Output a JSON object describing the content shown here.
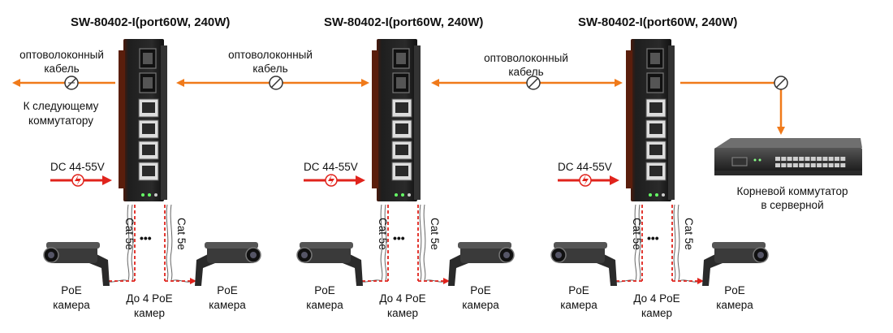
{
  "colors": {
    "fiber": "#f07a1a",
    "power": "#e0231c",
    "poe": "#e0231c",
    "switch_body": "#1c1c1c",
    "switch_edge": "#6a2410",
    "text": "#111111"
  },
  "switches": [
    {
      "model": "SW-80402-I(port60W, 240W)",
      "power_label": "DC 44-55V",
      "cable_label_left": "Cat 5e",
      "cable_label_right": "Cat 5e",
      "ellipsis": "•••",
      "camera_left": [
        "PoE",
        "камера"
      ],
      "camera_right": [
        "PoE",
        "камера"
      ],
      "poe_note": [
        "До 4 PoE",
        "камер"
      ]
    },
    {
      "model": "SW-80402-I(port60W, 240W)",
      "power_label": "DC 44-55V",
      "cable_label_left": "Cat 5e",
      "cable_label_right": "Cat 5e",
      "ellipsis": "•••",
      "camera_left": [
        "PoE",
        "камера"
      ],
      "camera_right": [
        "PoE",
        "камера"
      ],
      "poe_note": [
        "До 4 PoE",
        "камер"
      ]
    },
    {
      "model": "SW-80402-I(port60W, 240W)",
      "power_label": "DC 44-55V",
      "cable_label_left": "Cat 5e",
      "cable_label_right": "Cat 5e",
      "ellipsis": "•••",
      "camera_left": [
        "PoE",
        "камера"
      ],
      "camera_right": [
        "PoE",
        "камера"
      ],
      "poe_note": [
        "До 4 PoE",
        "камер"
      ]
    }
  ],
  "fiber_links": [
    {
      "label": [
        "оптоволоконный",
        "кабель"
      ]
    },
    {
      "label": [
        "оптоволоконный",
        "кабель"
      ]
    },
    {
      "label": [
        "оптоволоконный",
        "кабель"
      ]
    }
  ],
  "next_switch_label": [
    "К следующему",
    "коммутатору"
  ],
  "root_switch_label": [
    "Корневой коммутатор",
    "в серверной"
  ]
}
